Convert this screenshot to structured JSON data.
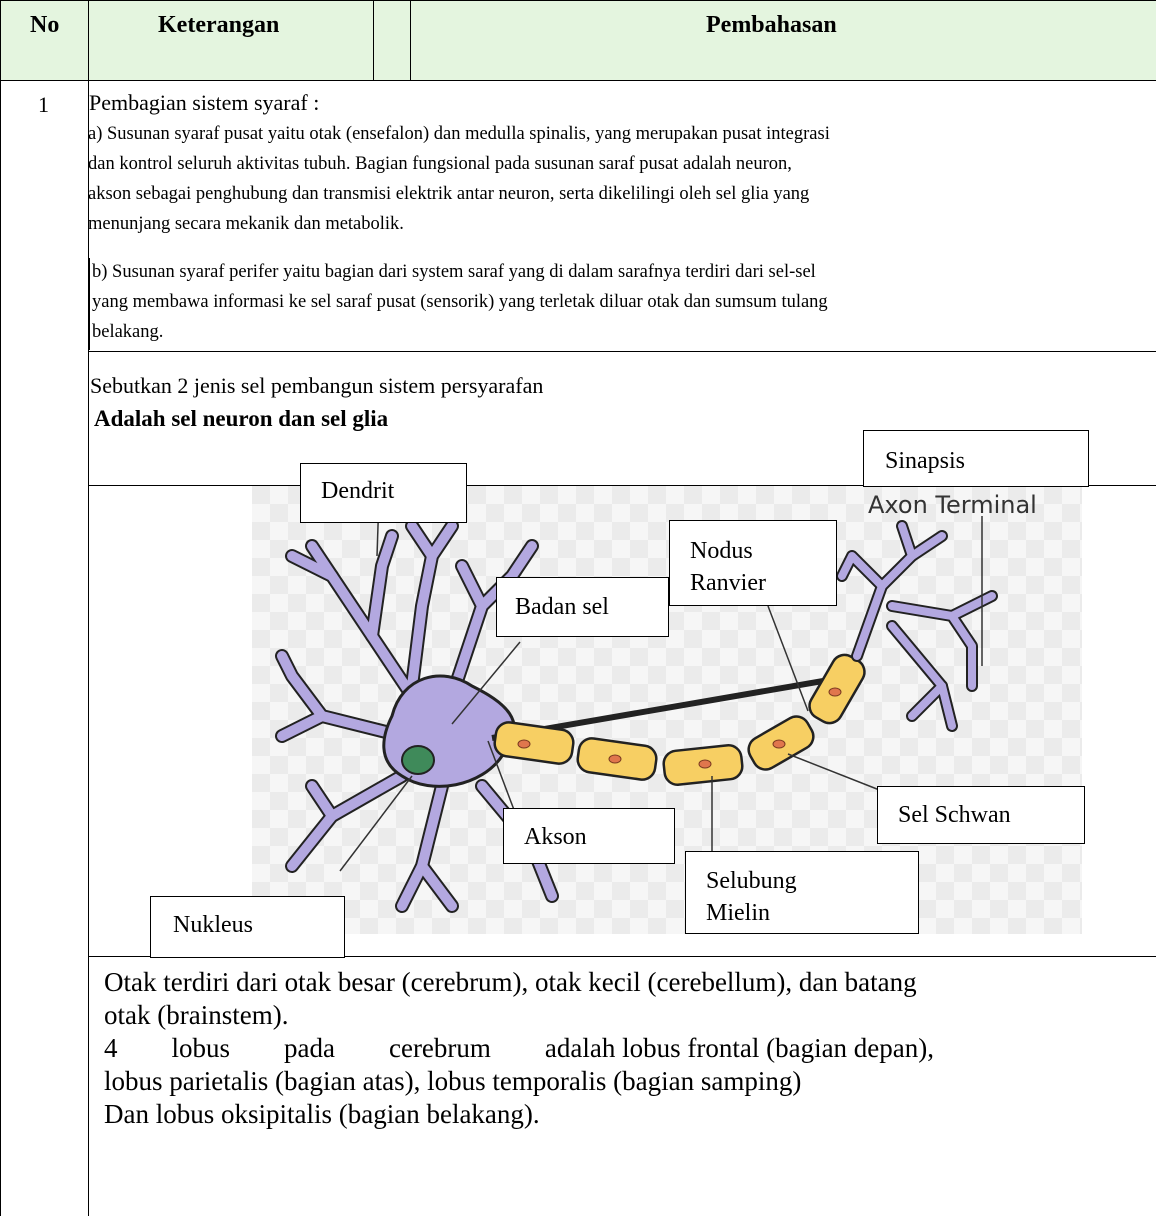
{
  "table": {
    "header": {
      "no": "No",
      "keterangan": "Keterangan",
      "pembahasan": "Pembahasan"
    },
    "row1": {
      "no": "1",
      "title": "Pembagian sistem syaraf :",
      "a_lines": [
        "a) Susunan syaraf pusat yaitu otak (ensefalon) dan medulla spinalis, yang merupakan pusat integrasi",
        "dan kontrol seluruh aktivitas tubuh. Bagian fungsional pada susunan saraf pusat adalah neuron,",
        "akson sebagai penghubung dan transmisi elektrik antar neuron, serta dikelilingi oleh sel glia yang",
        "menunjang secara mekanik dan metabolik."
      ],
      "b_lines": [
        "b) Susunan syaraf perifer yaitu bagian dari system saraf yang di dalam sarafnya terdiri dari sel-sel",
        "yang membawa informasi ke sel saraf pusat (sensorik) yang terletak diluar otak dan sumsum tulang",
        "belakang."
      ]
    },
    "row2": {
      "question": "Sebutkan 2 jenis sel pembangun sistem persyarafan",
      "answer": "Adalah sel neuron dan sel glia"
    },
    "diagram": {
      "image_text": "Axon Terminal",
      "labels": {
        "sinapsis": "Sinapsis",
        "dendrit": "Dendrit",
        "nodus": [
          "Nodus",
          "Ranvier"
        ],
        "badan_sel": "Badan sel",
        "sel_schwan": "Sel Schwan",
        "akson": "Akson",
        "selubung": [
          "Selubung",
          "Mielin"
        ],
        "nukleus": "Nukleus"
      },
      "colors": {
        "cell_body": "#b3a8e0",
        "cell_outline": "#222222",
        "nucleus": "#3f8a5a",
        "myelin": "#f7cf63",
        "myelin_dot": "#e0764d"
      }
    },
    "row4": {
      "lines": [
        "Otak  terdiri  dari  otak besar (cerebrum), otak kecil (cerebellum), dan batang",
        "otak (brainstem).",
        "4        lobus        pada        cerebrum        adalah lobus frontal (bagian depan),",
        "lobus parietalis (bagian atas), lobus temporalis (bagian samping)",
        "Dan lobus oksipitalis (bagian belakang)."
      ]
    }
  }
}
